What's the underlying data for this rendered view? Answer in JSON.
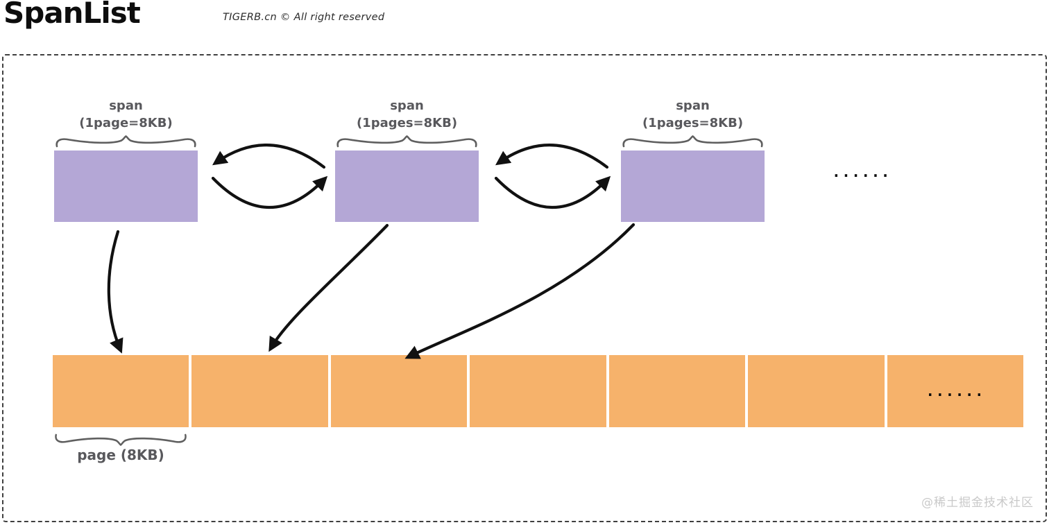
{
  "header": {
    "title": "SpanList",
    "watermark": "TIGERB.cn © All right reserved"
  },
  "diagram": {
    "spans": [
      {
        "title": "span",
        "size": "(1page=8KB)"
      },
      {
        "title": "span",
        "size": "(1pages=8KB)"
      },
      {
        "title": "span",
        "size": "(1pages=8KB)"
      }
    ],
    "span_ellipsis": "......",
    "page": {
      "label": "page (8KB)",
      "segments": 7,
      "ellipsis": "......"
    }
  },
  "footer": {
    "watermark": "@稀土掘金技术社区"
  },
  "colors": {
    "span_fill": "#b4a7d6",
    "page_fill": "#f6b26b",
    "arrow": "#111111",
    "label": "#58585c",
    "brace": "#5f5f5f",
    "border": "#3f3f3f",
    "watermark": "#c9c9c9"
  }
}
